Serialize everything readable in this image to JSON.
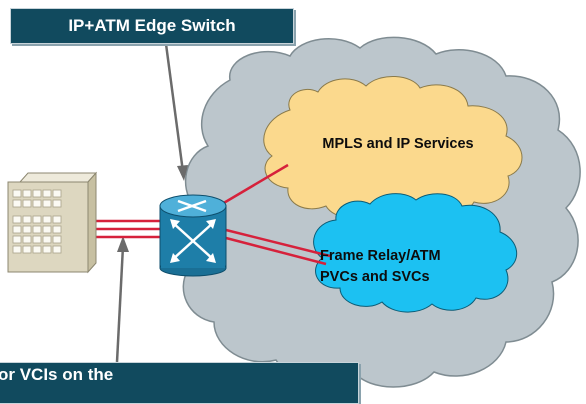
{
  "diagram": {
    "title": "IP+ATM Edge Switch",
    "bottom_callout": "or VCIs on the",
    "mpls_cloud": {
      "label": "MPLS and IP Services"
    },
    "fr_cloud": {
      "line1": "Frame Relay/ATM",
      "line2": "PVCs and SVCs"
    }
  },
  "colors": {
    "callout_bg": "#114a5e",
    "network_cloud": "#bcc6cc",
    "mpls_cloud": "#fbd98d",
    "fr_cloud": "#1cc1f2",
    "link": "#d6213b",
    "switch": "#1e7ea8",
    "building": "#ddd7c0"
  },
  "icons": [
    "building-icon",
    "atm-switch-icon"
  ]
}
